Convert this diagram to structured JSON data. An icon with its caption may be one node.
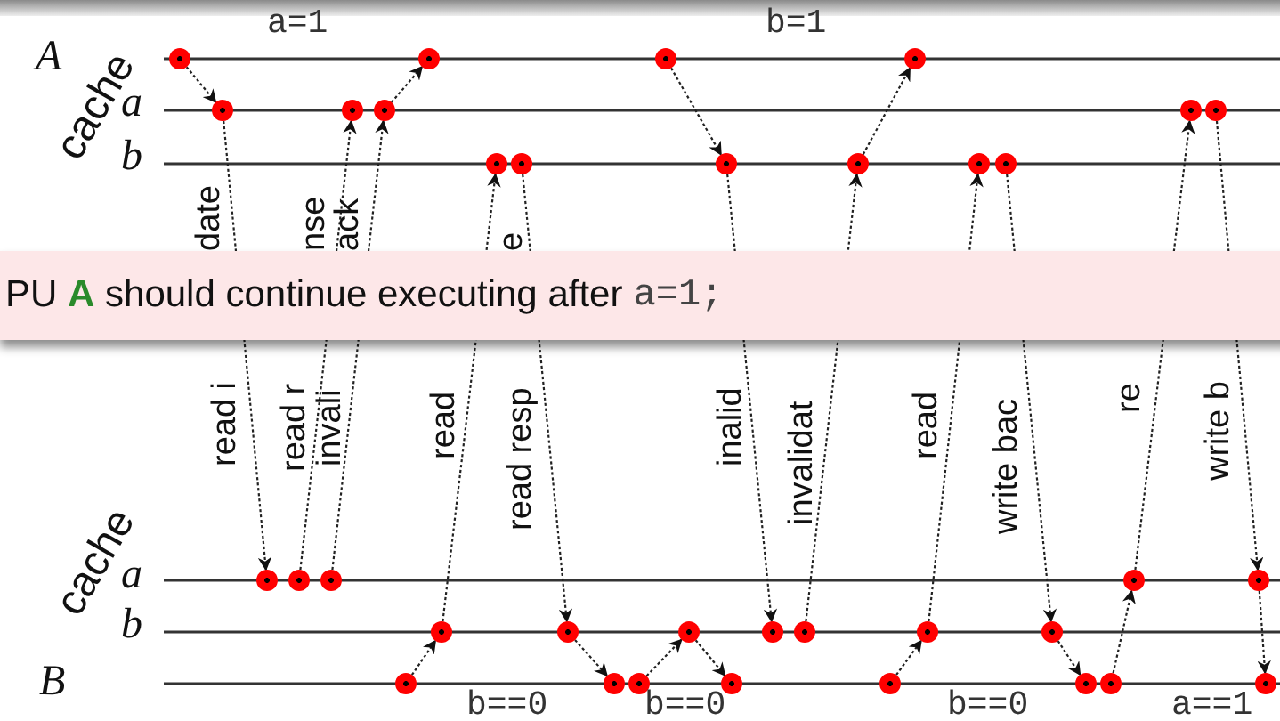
{
  "diagram": {
    "nodes": [
      {
        "text": [],
        "shape": "circle"
      },
      {
        "text": [],
        "shape": "circle"
      },
      {
        "text": [],
        "shape": "circle"
      },
      {
        "text": [],
        "shape": "circle"
      },
      {
        "text": [],
        "shape": "circle"
      },
      {
        "text": [],
        "shape": "circle"
      },
      {
        "text": [],
        "shape": "circle"
      },
      {
        "text": [],
        "shape": "circle"
      },
      {
        "text": [],
        "shape": "circle"
      },
      {
        "text": [],
        "shape": "circle"
      },
      {
        "text": [],
        "shape": "circle"
      },
      {
        "text": [],
        "shape": "circle"
      },
      {
        "text": [],
        "shape": "circle"
      },
      {
        "text": [],
        "shape": "circle"
      },
      {
        "text": [],
        "shape": "circle"
      },
      {
        "text": [],
        "shape": "circle"
      },
      {
        "text": [],
        "shape": "circle"
      },
      {
        "text": [],
        "shape": "circle"
      },
      {
        "text": [],
        "shape": "circle"
      },
      {
        "text": [],
        "shape": "circle"
      },
      {
        "text": [],
        "shape": "circle"
      },
      {
        "text": [],
        "shape": "circle"
      },
      {
        "text": [],
        "shape": "circle"
      },
      {
        "text": [],
        "shape": "circle"
      },
      {
        "text": [],
        "shape": "circle"
      },
      {
        "text": [],
        "shape": "circle"
      },
      {
        "text": [],
        "shape": "circle"
      },
      {
        "text": [],
        "shape": "circle"
      },
      {
        "text": [],
        "shape": "circle"
      },
      {
        "text": [],
        "shape": "circle"
      },
      {
        "text": [],
        "shape": "circle"
      },
      {
        "text": [],
        "shape": "circle"
      },
      {
        "text": [],
        "shape": "circle"
      },
      {
        "text": [],
        "shape": "circle"
      },
      {
        "text": [],
        "shape": "circle"
      }
    ],
    "edges": [
      {
        "from": 0,
        "to": 4,
        "arrow": "to"
      },
      {
        "from": 6,
        "to": 1,
        "arrow": "to"
      },
      {
        "from": 2,
        "to": 11,
        "arrow": "to"
      },
      {
        "from": 12,
        "to": 3,
        "arrow": "to"
      },
      {
        "from": 4,
        "to": 15,
        "arrow": "to"
      },
      {
        "from": 16,
        "to": 5,
        "arrow": "to"
      },
      {
        "from": 17,
        "to": 6,
        "arrow": "to"
      },
      {
        "from": 20,
        "to": 9,
        "arrow": "to"
      },
      {
        "from": 10,
        "to": 21,
        "arrow": "to"
      },
      {
        "from": 11,
        "to": 23,
        "arrow": "to"
      },
      {
        "from": 24,
        "to": 12,
        "arrow": "to"
      },
      {
        "from": 25,
        "to": 13,
        "arrow": "to"
      },
      {
        "from": 14,
        "to": 26,
        "arrow": "to"
      },
      {
        "from": 18,
        "to": 7,
        "arrow": "to"
      },
      {
        "from": 8,
        "to": 19,
        "arrow": "to"
      },
      {
        "from": 27,
        "to": 20,
        "arrow": "to"
      },
      {
        "from": 21,
        "to": 28,
        "arrow": "to"
      },
      {
        "from": 29,
        "to": 22,
        "arrow": "to"
      },
      {
        "from": 22,
        "to": 30,
        "arrow": "to"
      },
      {
        "from": 31,
        "to": 25,
        "arrow": "to"
      },
      {
        "from": 26,
        "to": 32,
        "arrow": "to"
      },
      {
        "from": 33,
        "to": 18,
        "arrow": "to"
      },
      {
        "from": 19,
        "to": 34,
        "arrow": "to"
      }
    ],
    "labels": [
      "a=1",
      "b=1",
      "A",
      "cache",
      "a",
      "b",
      "date",
      "nse",
      "ack",
      "e",
      "PU **A** should continue executing after",
      "a=1;",
      "read i",
      "read r",
      "invali",
      "read",
      "read resp",
      "inalid",
      "invalidat",
      "read",
      "write bac",
      "re",
      "write b",
      "cache",
      "a",
      "b",
      "B",
      "b==0",
      "b==0",
      "b==0",
      "a==1"
    ]
  }
}
